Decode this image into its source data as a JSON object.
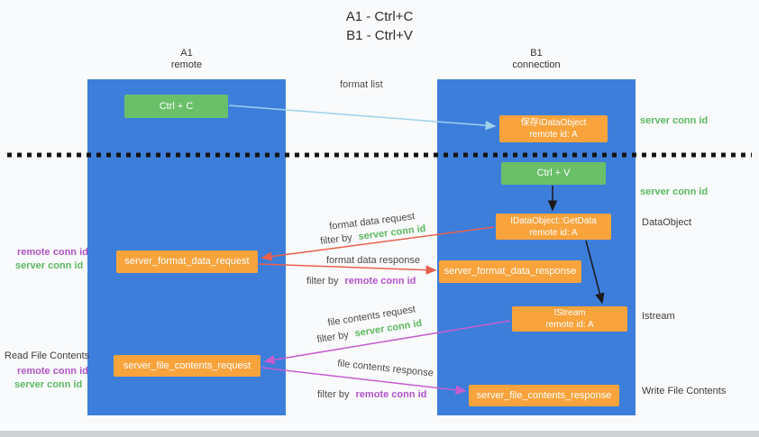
{
  "title": {
    "line1": "A1 - Ctrl+C",
    "line2": "B1 - Ctrl+V"
  },
  "lanes": {
    "left": {
      "title": "A1",
      "subtitle": "remote"
    },
    "right": {
      "title": "B1",
      "subtitle": "connection"
    }
  },
  "nodes": {
    "ctrl_c": {
      "label": "Ctrl + C"
    },
    "save_dataobject": {
      "line1": "保存IDataObject",
      "line2": "remote id: A"
    },
    "ctrl_v": {
      "label": "Ctrl + V"
    },
    "getdata": {
      "line1": "IDataObject::GetData",
      "line2": "remote id: A"
    },
    "format_request": {
      "label": "server_format_data_request"
    },
    "format_response": {
      "label": "server_format_data_response"
    },
    "istream": {
      "line1": "IStream",
      "line2": "remote id: A"
    },
    "file_request": {
      "label": "server_file_contents_request"
    },
    "file_response": {
      "label": "server_file_contents_response"
    }
  },
  "arrow_labels": {
    "format_list": "format list",
    "format_data_request": "format data request",
    "format_data_response": "format data response",
    "file_contents_request": "file contents request",
    "file_contents_response": "file contents response",
    "filter_by": "filter by",
    "server_conn_id": "server conn id",
    "remote_conn_id": "remote conn id"
  },
  "side_labels": {
    "read_file_contents": "Read File Contents",
    "write_file_contents": "Write File Contents",
    "dataobject": "DataObject",
    "istream": "Istream",
    "server_conn_id": "server conn id",
    "remote_conn_id": "remote conn id"
  },
  "colors": {
    "lane_blue": "#3d7edb",
    "green_box": "#6abf69",
    "orange_box": "#f8a33c",
    "arrow_blue": "#9ed1ec",
    "arrow_red": "#e8604c",
    "arrow_magenta": "#c75ccf",
    "arrow_black": "#1a1a1a",
    "text_green": "#5cb860",
    "text_magenta": "#b154c8"
  }
}
